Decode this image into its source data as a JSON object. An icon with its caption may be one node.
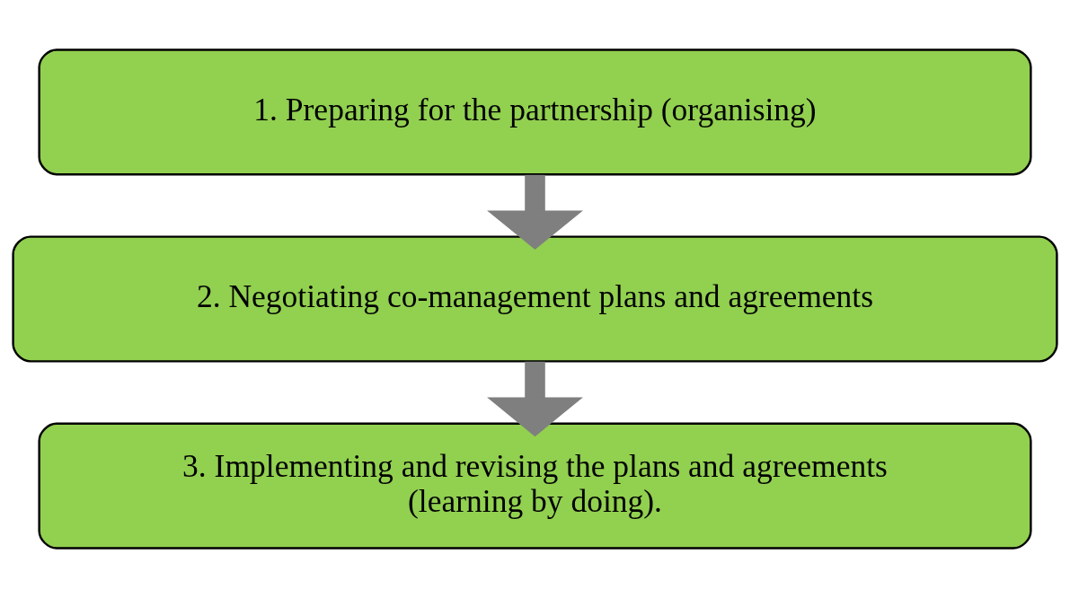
{
  "diagram": {
    "nodes": [
      {
        "text": [
          "1. Preparing for the partnership (organising)"
        ]
      },
      {
        "text": [
          "2. Negotiating co-management plans and agreements"
        ]
      },
      {
        "text": [
          "3. Implementing and revising the plans and agreements (learning by doing)."
        ]
      }
    ],
    "edges": [
      {
        "from": 0,
        "to": 1,
        "arrow": "to"
      },
      {
        "from": 1,
        "to": 2,
        "arrow": "to"
      }
    ]
  }
}
